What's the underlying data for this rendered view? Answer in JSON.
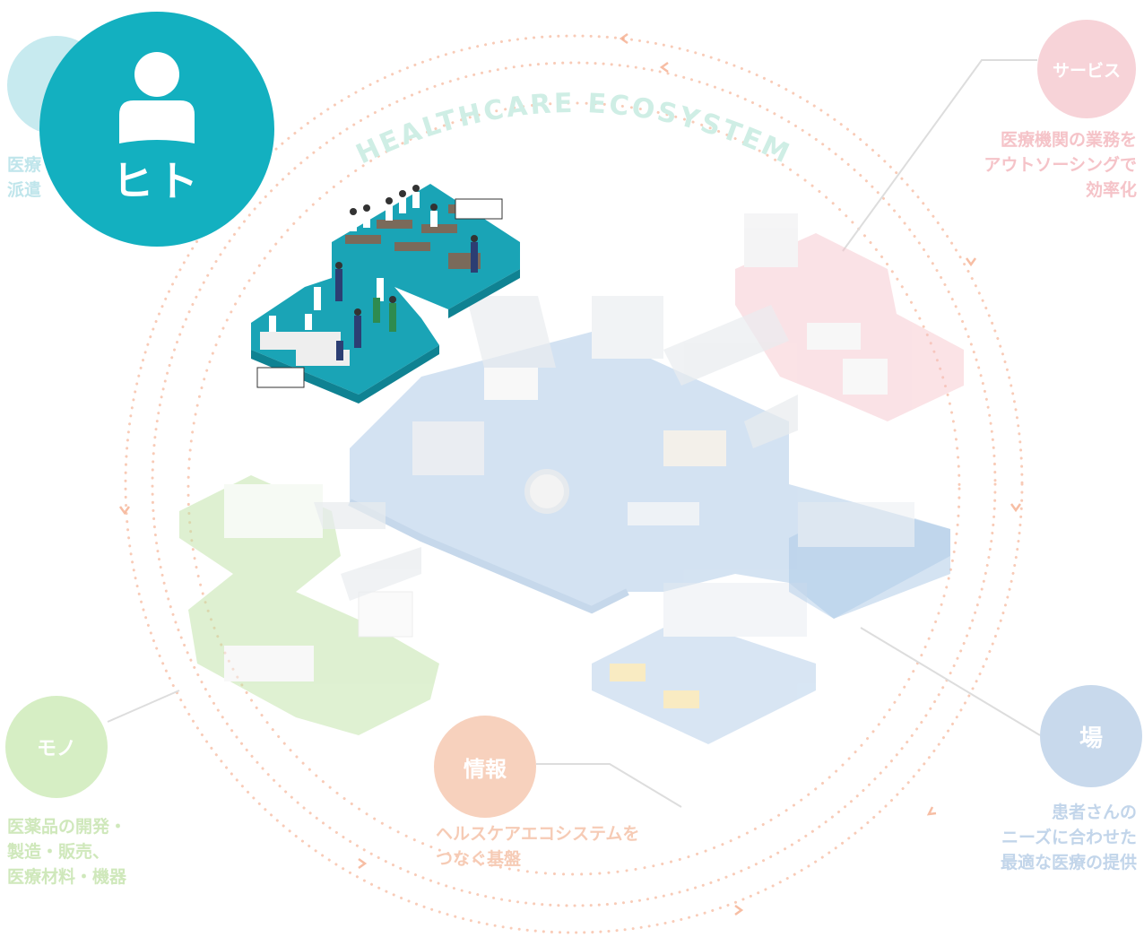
{
  "ecosystem_title": "HEALTHCARE ECOSYSTEM",
  "colors": {
    "hito": "#13b0c0",
    "service": "#f7d3d8",
    "mono": "#d6eec4",
    "joho": "#f7d1bd",
    "ba": "#c8d9ec",
    "ring_dots": "#f4a27e"
  },
  "categories": {
    "hito": {
      "label": "ヒト",
      "icon": "person-icon",
      "desc_fragment": "医療\n派遣"
    },
    "service": {
      "label": "サービス",
      "description": "医療機関の業務を\nアウトソーシングで\n効率化"
    },
    "mono": {
      "label": "モノ",
      "description": "医薬品の開発・\n製造・販売、\n医療材料・機器"
    },
    "joho": {
      "label": "情報",
      "description": "ヘルスケアエコシステムを\nつなぐ基盤"
    },
    "ba": {
      "label": "場",
      "description": "患者さんの\nニーズに合わせた\n最適な医療の提供"
    }
  }
}
